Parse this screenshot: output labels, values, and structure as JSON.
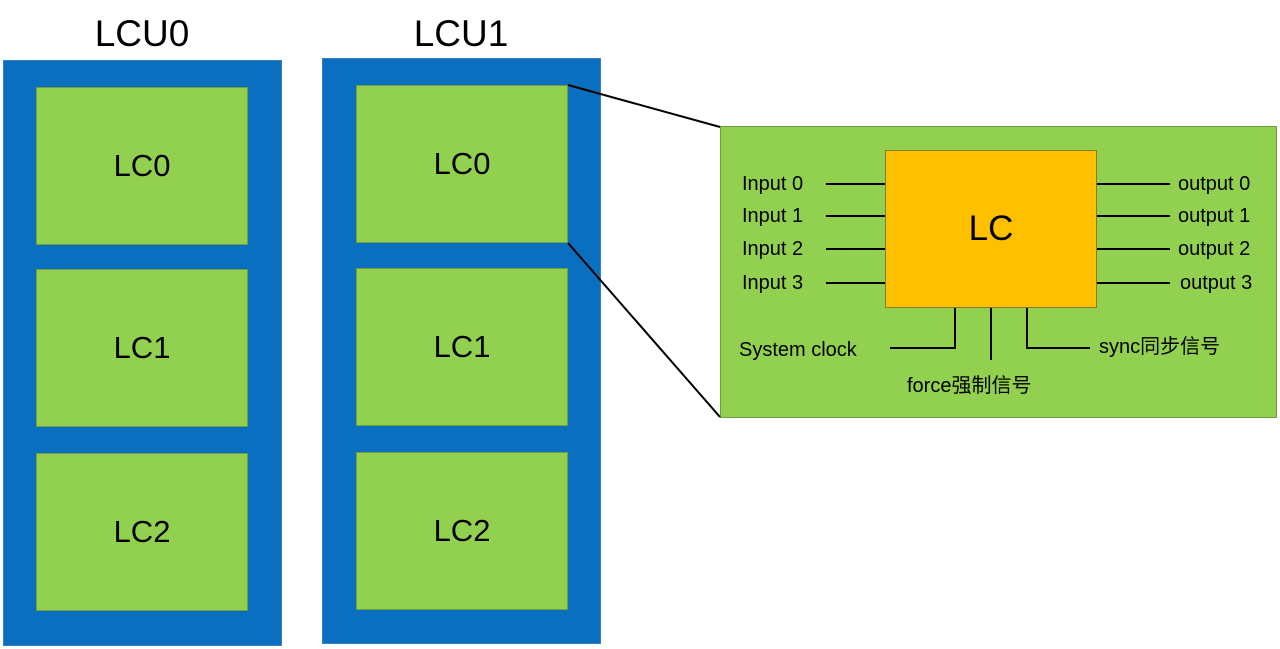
{
  "units": [
    {
      "title": "LCU0",
      "cells": [
        "LC0",
        "LC1",
        "LC2"
      ]
    },
    {
      "title": "LCU1",
      "cells": [
        "LC0",
        "LC1",
        "LC2"
      ]
    }
  ],
  "detail": {
    "core_label": "LC",
    "inputs": [
      "Input 0",
      "Input 1",
      "Input 2",
      "Input 3"
    ],
    "outputs": [
      "output 0",
      "output 1",
      "output 2",
      "output 3"
    ],
    "system_clock": "System clock",
    "force": "force强制信号",
    "sync": "sync同步信号"
  },
  "colors": {
    "unit_blue": "#0a6fbf",
    "cell_green": "#92d050",
    "core_yellow": "#ffc000"
  }
}
